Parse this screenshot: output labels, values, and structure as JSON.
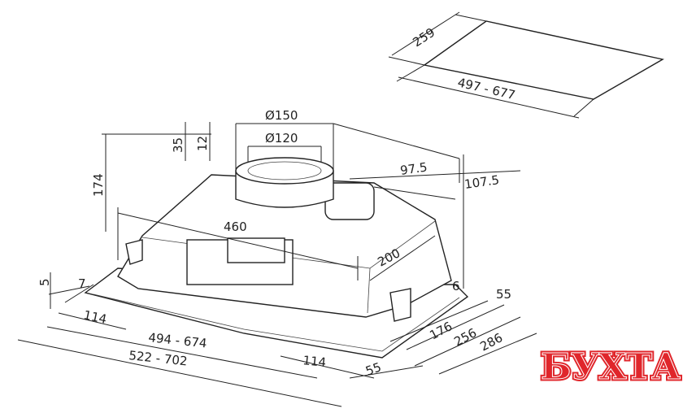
{
  "dimensions": {
    "cutout_depth": "259",
    "cutout_width": "497 - 677",
    "outlet_outer_diameter": "Ø150",
    "outlet_inner_diameter": "Ø120",
    "outlet_height": "35",
    "outlet_collar": "12",
    "body_height": "174",
    "outlet_offset_a": "97.5",
    "outlet_offset_b": "107.5",
    "inner_width": "460",
    "inner_depth": "200",
    "frame_height": "5",
    "frame_edge": "7",
    "right_edge": "6",
    "right_side_55": "55",
    "left_114": "114",
    "width_inner": "494 - 674",
    "width_outer": "522 - 702",
    "front_114": "114",
    "front_55": "55",
    "depth_176": "176",
    "depth_256": "256",
    "depth_286": "286"
  },
  "logo": {
    "text": "БУХТА",
    "color": "#e0262b"
  }
}
